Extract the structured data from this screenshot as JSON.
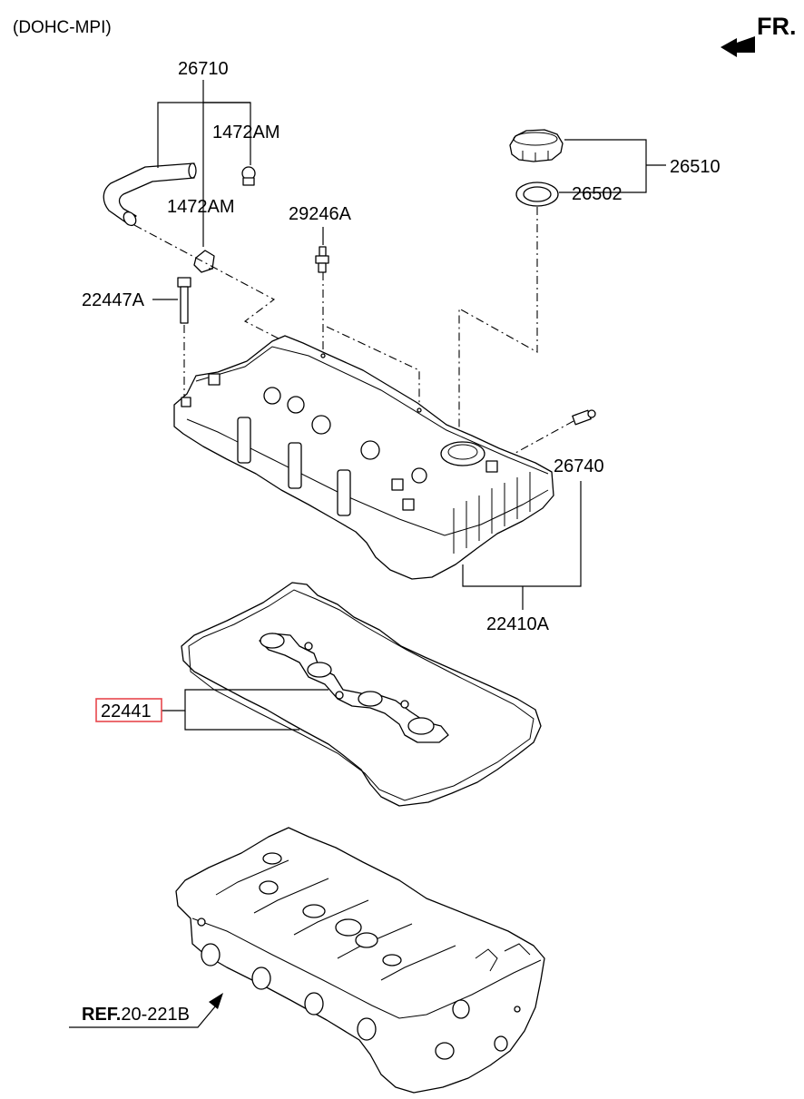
{
  "header": {
    "engine_note": "(DOHC-MPI)",
    "front_mark": "FR."
  },
  "callouts": {
    "hose": "26710",
    "clamp_upper": "1472AM",
    "clamp_lower": "1472AM",
    "plug": "29246A",
    "bolt": "22447A",
    "oil_cap_assy": "26510",
    "cap_seal": "26502",
    "pcv_valve": "26740",
    "cover_assy": "22410A",
    "gasket": "22441"
  },
  "reference": {
    "prefix": "REF.",
    "code": "20-221B"
  },
  "highlight": {
    "target": "gasket",
    "color": "#e8474c"
  }
}
